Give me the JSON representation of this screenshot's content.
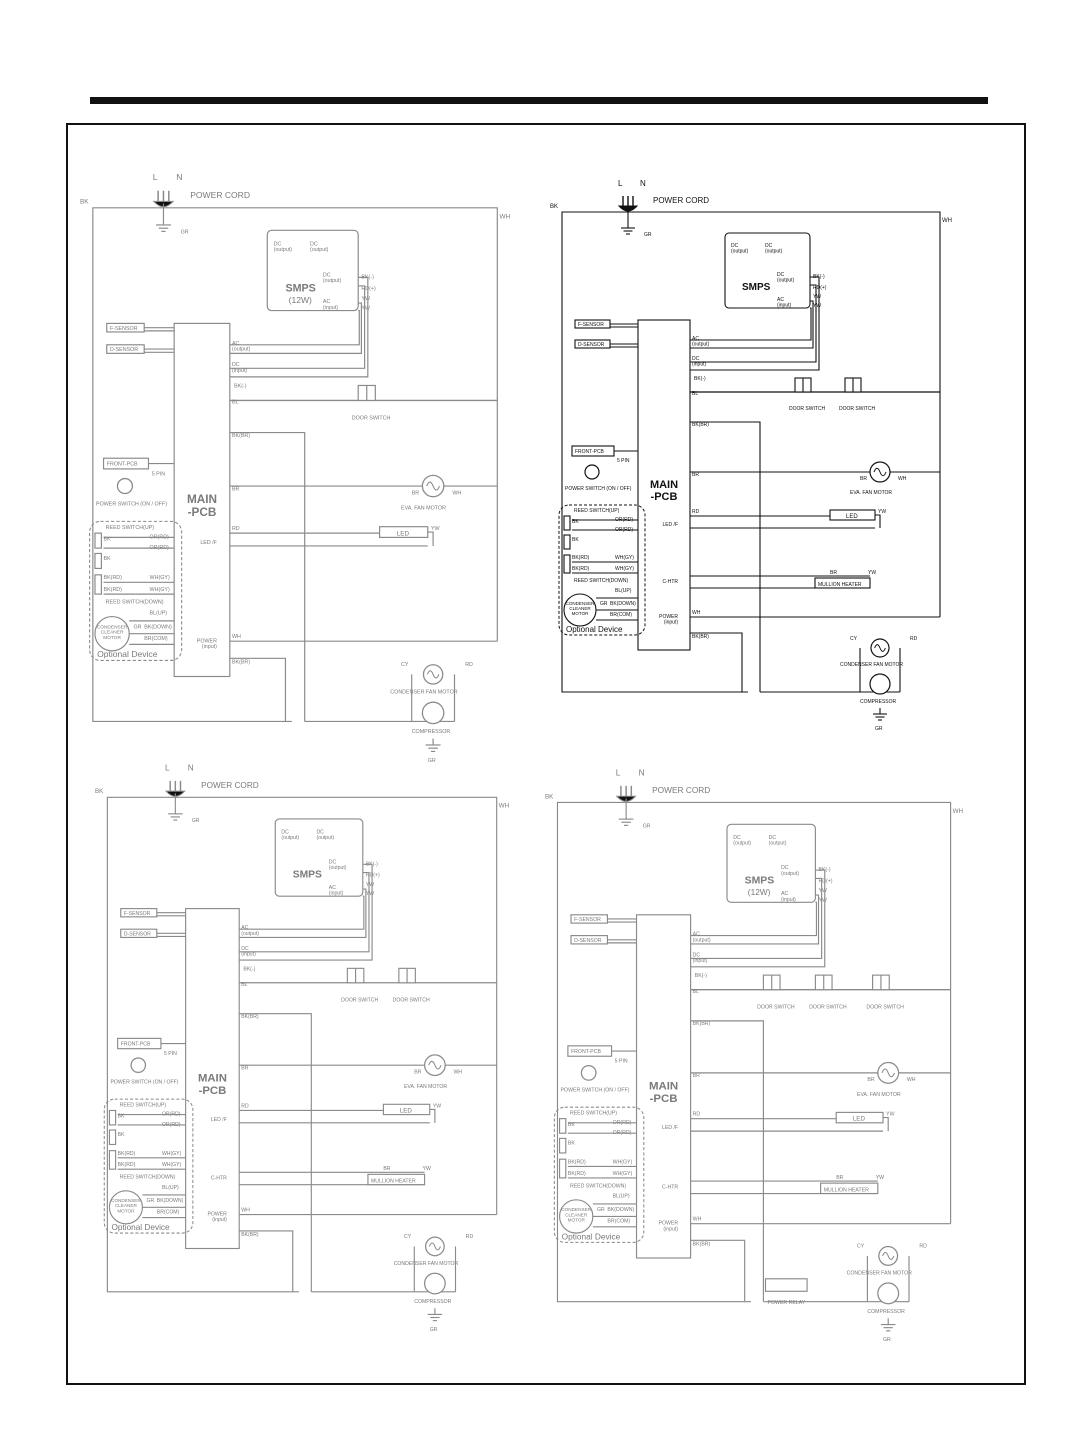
{
  "colors": {
    "ink": "#111111",
    "faint": "#8a8a8a",
    "paper": "#ffffff"
  },
  "labels": {
    "power_cord": "POWER CORD",
    "gr": "GR",
    "bk": "BK",
    "wh": "WH",
    "l": "L",
    "n": "N",
    "smps": "SMPS",
    "smps_12w": "(12W)",
    "dc_output": "DC\n(output)",
    "ac_input": "AC\n(input)",
    "ac_output": "AC\n(output)",
    "dc_input": "DC\n(input)",
    "bk_minus": "BK(-)",
    "rd_plus": "RD(+)",
    "yw": "YW",
    "f_sensor": "F-SENSOR",
    "d_sensor": "D-SENSOR",
    "front_pcb": "FRONT-PCB",
    "five_pin": "5 PIN",
    "power_switch": "POWER SWITCH (ON / OFF)",
    "main": "MAIN",
    "pcb": "-PCB",
    "reed_up": "REED SWITCH(UP)",
    "reed_down": "REED SWITCH(DOWN)",
    "or_rd": "OR(RD)",
    "wh_gy": "WH(GY)",
    "bk_rd": "BK(RD)",
    "condenser_cleaner": "CONDENSER\nCLEANER\nMOTOR",
    "bl_up": "BL(UP)",
    "bk_down": "BK(DOWN)",
    "br_com": "BR(COM)",
    "gr_short": "GR",
    "optional_device": "Optional Device",
    "bl": "BL",
    "bk_br": "BK(BR)",
    "br": "BR",
    "rd": "RD",
    "door_switch": "DOOR SWITCH",
    "eva_fan_motor": "EVA. FAN MOTOR",
    "led": "LED",
    "led_pin": "LED /F",
    "c_htr": "C-HTR",
    "mullion_heater": "MULLION HEATER",
    "power_input": "POWER\n(input)",
    "condenser_fan_motor": "CONDENSER FAN MOTOR",
    "compressor": "COMPRESSOR",
    "cy": "CY",
    "power_relay": "POWER RELAY"
  }
}
